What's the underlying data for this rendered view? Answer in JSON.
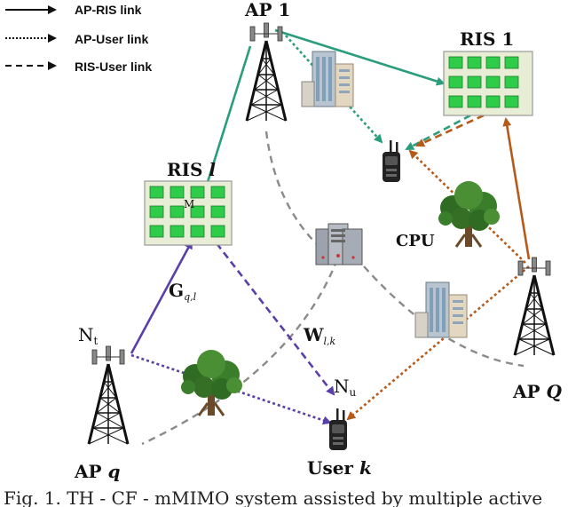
{
  "legend": {
    "ap_ris": "AP-RIS link",
    "ap_user": "AP-User link",
    "ris_user": "RIS-User link"
  },
  "labels": {
    "ap1": "AP 1",
    "ap_q_prefix": "AP ",
    "ap_q_var": "q",
    "ap_Q_prefix": "AP ",
    "ap_Q_var": "Q",
    "ris1": "RIS 1",
    "ris_l_prefix": "RIS ",
    "ris_l_var": "l",
    "cpu": "CPU",
    "user_prefix": "User ",
    "user_var": "k",
    "M": "M",
    "Nt_base": "N",
    "Nt_sub": "t",
    "Nu_base": "N",
    "Nu_sub": "u",
    "G_base": "G",
    "G_sub": "q,l",
    "W_base": "W",
    "W_sub": "l,k"
  },
  "caption": "Fig. 1. TH - CF - mMIMO system assisted by multiple active",
  "colors": {
    "green": "#2a9d7c",
    "purple": "#5b3fa8",
    "orange": "#b65a1a",
    "gray": "#8a8a8a",
    "ris_fill": "#e8eed5",
    "ris_cell": "#2fcc4a"
  },
  "icons": {
    "access_point": "tower-icon",
    "ris": "ris-panel-icon",
    "user": "radio-device-icon",
    "cpu": "server-icon",
    "tree": "tree-icon",
    "building": "building-icon"
  }
}
